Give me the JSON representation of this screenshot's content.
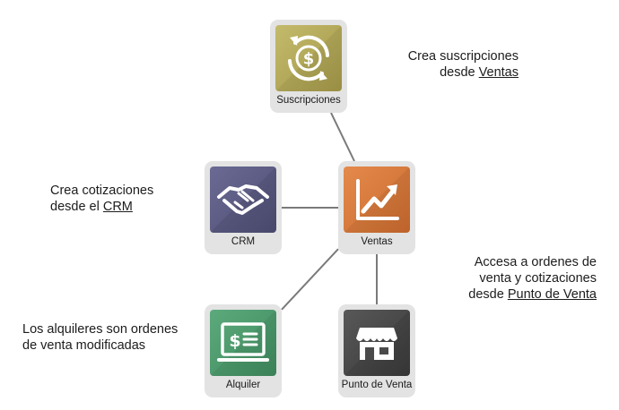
{
  "colors": {
    "node_frame": "#e3e3e3",
    "connector": "#7a7a7a",
    "suscripciones_tile": "#b3a85a",
    "crm_tile": "#5c5c84",
    "ventas_tile": "#d97a3c",
    "alquiler_tile": "#4f9a6f",
    "punto_de_venta_tile": "#4a4a4a"
  },
  "nodes": {
    "suscripciones": {
      "label": "Suscripciones",
      "icon": "recurring-dollar-icon"
    },
    "crm": {
      "label": "CRM",
      "icon": "handshake-icon"
    },
    "ventas": {
      "label": "Ventas",
      "icon": "trend-chart-icon"
    },
    "alquiler": {
      "label": "Alquiler",
      "icon": "receipt-dollar-icon"
    },
    "punto_de_venta": {
      "label": "Punto de Venta",
      "icon": "storefront-icon"
    }
  },
  "connections": [
    [
      "suscripciones",
      "ventas"
    ],
    [
      "crm",
      "ventas"
    ],
    [
      "ventas",
      "alquiler"
    ],
    [
      "ventas",
      "punto_de_venta"
    ]
  ],
  "captions": {
    "suscripciones": {
      "line1": "Crea suscripciones",
      "line2_prefix": "desde ",
      "line2_link": "Ventas"
    },
    "crm": {
      "line1": "Crea cotizaciones",
      "line2_prefix": "desde el ",
      "line2_link": "CRM"
    },
    "punto_de_venta": {
      "line1": "Accesa a ordenes de",
      "line2": "venta y cotizaciones",
      "line3_prefix": "desde ",
      "line3_link": "Punto de Venta"
    },
    "alquiler": {
      "line1": "Los alquileres son ordenes",
      "line2": "de venta modificadas"
    }
  }
}
